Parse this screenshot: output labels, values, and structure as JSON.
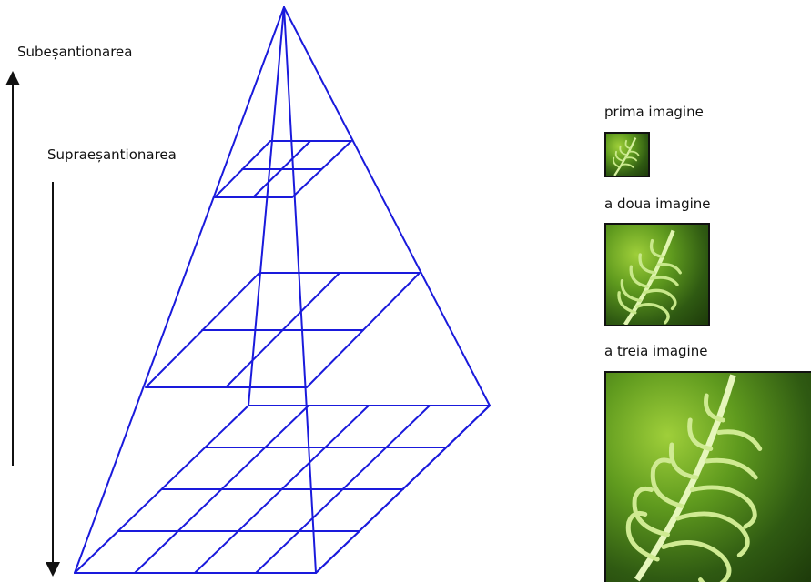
{
  "arrows": {
    "up_label": "Subeșantionarea",
    "down_label": "Supraeșantionarea"
  },
  "images": [
    {
      "label": "prima imagine"
    },
    {
      "label": "a doua imagine"
    },
    {
      "label": "a treia imagine"
    }
  ],
  "colors": {
    "pyramid": "#1a1adc",
    "arrow": "#111111",
    "fern_light": "#c8e88a",
    "fern_dark": "#3d6e16"
  }
}
